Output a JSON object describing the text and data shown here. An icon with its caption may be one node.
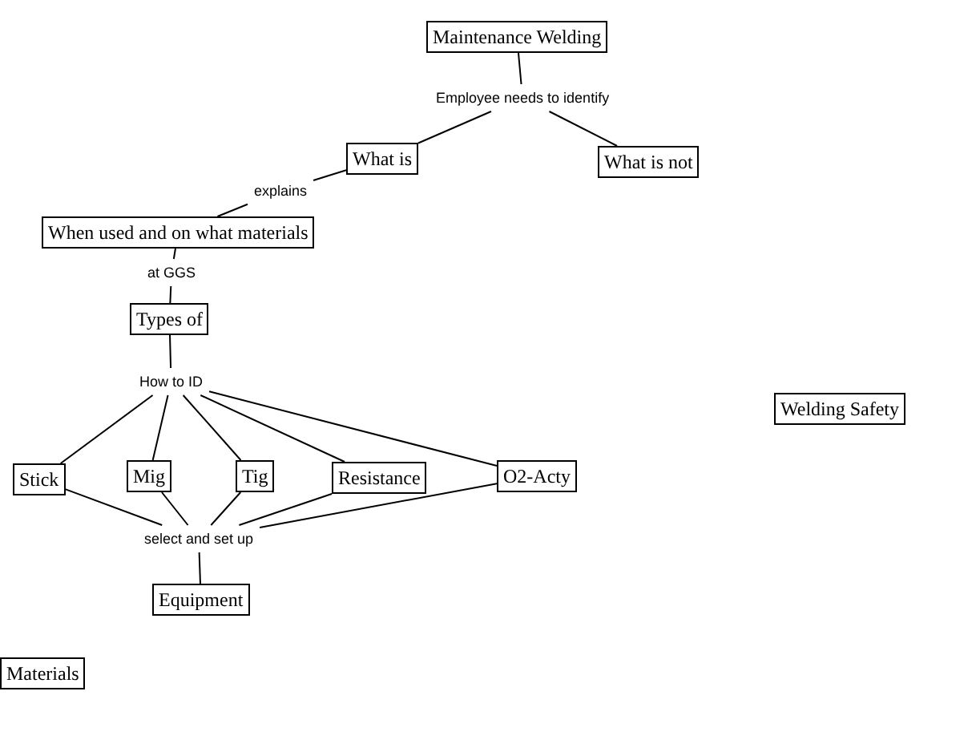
{
  "diagram": {
    "nodes": [
      {
        "text": [
          "Maintenance Welding"
        ]
      },
      {
        "text": [
          "Employee needs to identify"
        ]
      },
      {
        "text": [
          "What is"
        ]
      },
      {
        "text": [
          "What is not"
        ]
      },
      {
        "text": [
          "explains"
        ]
      },
      {
        "text": [
          "When used and on what materials"
        ]
      },
      {
        "text": [
          "at GGS"
        ]
      },
      {
        "text": [
          "Types of"
        ]
      },
      {
        "text": [
          "How to ID"
        ]
      },
      {
        "text": [
          "Stick"
        ]
      },
      {
        "text": [
          "Mig"
        ]
      },
      {
        "text": [
          "Tig"
        ]
      },
      {
        "text": [
          "Resistance"
        ]
      },
      {
        "text": [
          "O2-Acty"
        ]
      },
      {
        "text": [
          "select and set up"
        ]
      },
      {
        "text": [
          "Equipment"
        ]
      },
      {
        "text": [
          "Welding Safety"
        ]
      },
      {
        "text": [
          "Materials"
        ]
      }
    ],
    "edges": [
      {
        "from": 0,
        "to": 1,
        "arrow": "none"
      },
      {
        "from": 1,
        "to": 2,
        "arrow": "none"
      },
      {
        "from": 1,
        "to": 3,
        "arrow": "none"
      },
      {
        "from": 2,
        "to": 4,
        "arrow": "none"
      },
      {
        "from": 4,
        "to": 5,
        "arrow": "none"
      },
      {
        "from": 5,
        "to": 6,
        "arrow": "none"
      },
      {
        "from": 6,
        "to": 7,
        "arrow": "none"
      },
      {
        "from": 7,
        "to": 8,
        "arrow": "none"
      },
      {
        "from": 8,
        "to": 9,
        "arrow": "none"
      },
      {
        "from": 8,
        "to": 10,
        "arrow": "none"
      },
      {
        "from": 8,
        "to": 11,
        "arrow": "none"
      },
      {
        "from": 8,
        "to": 12,
        "arrow": "none"
      },
      {
        "from": 8,
        "to": 13,
        "arrow": "none"
      },
      {
        "from": 9,
        "to": 14,
        "arrow": "none"
      },
      {
        "from": 10,
        "to": 14,
        "arrow": "none"
      },
      {
        "from": 11,
        "to": 14,
        "arrow": "none"
      },
      {
        "from": 12,
        "to": 14,
        "arrow": "none"
      },
      {
        "from": 13,
        "to": 14,
        "arrow": "none"
      },
      {
        "from": 14,
        "to": 15,
        "arrow": "none"
      }
    ]
  }
}
